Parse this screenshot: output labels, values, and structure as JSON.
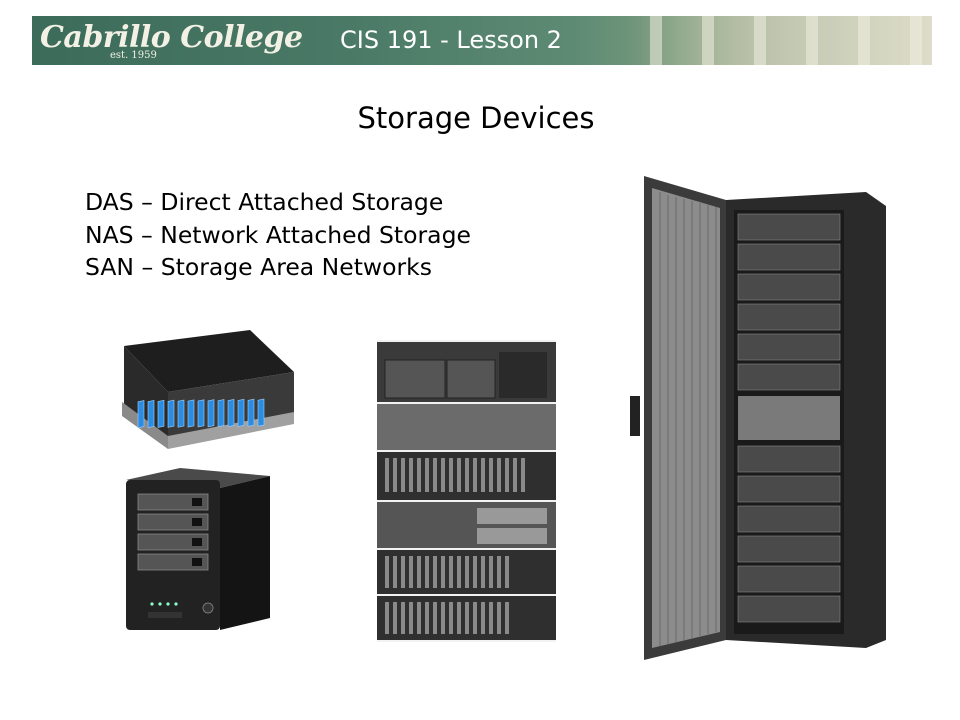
{
  "banner": {
    "logo_text": "Cabrillo College",
    "logo_sub": "est. 1959",
    "title": "CIS 191 - Lesson 2"
  },
  "page": {
    "title": "Storage Devices"
  },
  "bullets": [
    "DAS – Direct Attached Storage",
    "NAS – Network Attached Storage",
    "SAN – Storage Area Networks"
  ],
  "images": {
    "das": "das-storage-enclosure",
    "nas": "nas-box",
    "rack": "server-rack-stack",
    "san": "san-cabinet"
  }
}
